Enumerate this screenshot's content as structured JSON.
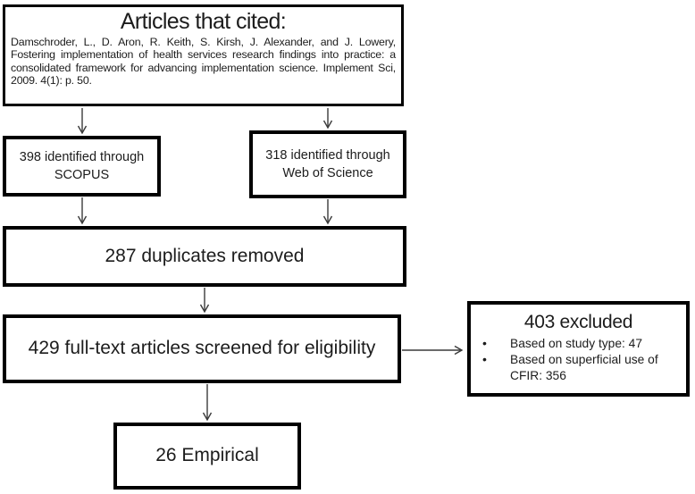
{
  "colors": {
    "box_border": "#000000",
    "arrow": "#3a3a3a",
    "text": "#1c1c1c",
    "background": "#ffffff"
  },
  "flowchart": {
    "source": {
      "title": "Articles that cited:",
      "citation": "Damschroder, L., D. Aron, R. Keith, S. Kirsh, J. Alexander, and J. Lowery, Fostering implementation of health services research findings into practice: a consolidated framework for advancing implementation science. Implement Sci, 2009. 4(1): p. 50."
    },
    "scopus": {
      "label": "398 identified through SCOPUS"
    },
    "web_of_science": {
      "label": "318 identified through Web of Science"
    },
    "duplicates": {
      "label": "287 duplicates removed"
    },
    "screened": {
      "label": "429 full-text articles screened for eligibility"
    },
    "excluded": {
      "title": "403 excluded",
      "bullets": [
        "Based on study type: 47",
        "Based on superficial use of CFIR: 356"
      ]
    },
    "empirical": {
      "label": "26 Empirical"
    }
  }
}
